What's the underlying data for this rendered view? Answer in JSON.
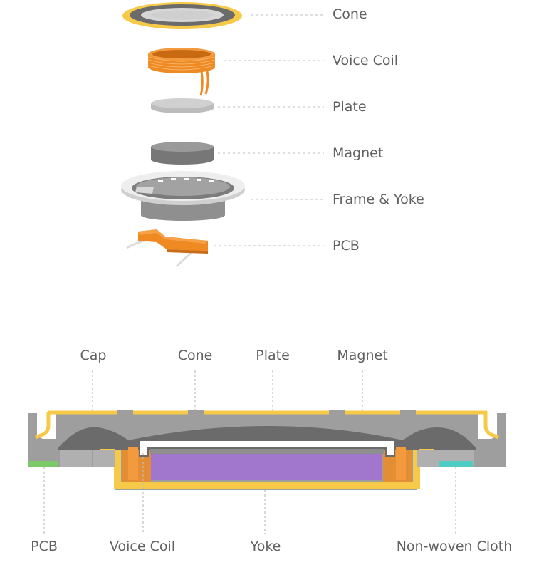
{
  "exploded_view": {
    "labels": {
      "cone": "Cone",
      "voice_coil": "Voice Coil",
      "plate": "Plate",
      "magnet": "Magnet",
      "frame_yoke": "Frame & Yoke",
      "pcb": "PCB"
    }
  },
  "cross_section": {
    "top_labels": {
      "cap": "Cap",
      "cone": "Cone",
      "plate": "Plate",
      "magnet": "Magnet"
    },
    "bottom_labels": {
      "pcb": "PCB",
      "voice_coil": "Voice Coil",
      "yoke": "Yoke",
      "non_woven_cloth": "Non-woven Cloth"
    }
  },
  "colors": {
    "cap_gold": "#f7c948",
    "coil_orange": "#ef8a22",
    "magnet_purple": "#a077cd",
    "frame_gray": "#9e9e9e",
    "dark_gray": "#6b6b6b",
    "pcb_green": "#7cc96a",
    "cloth_teal": "#4ecdc4"
  }
}
